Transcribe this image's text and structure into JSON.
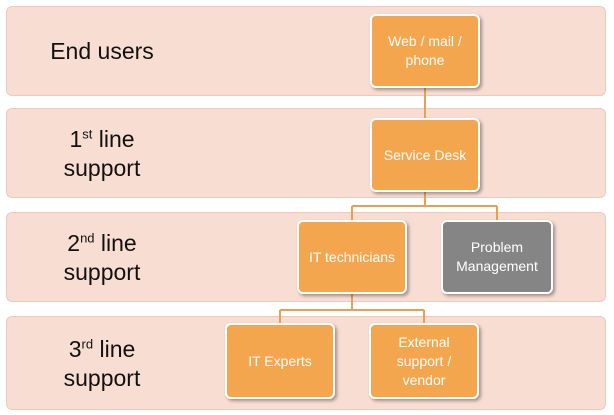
{
  "colors": {
    "band_fill": "#f8ddd3",
    "box_orange": "#f4a64f",
    "box_gray": "#858585",
    "connector": "#e8a150"
  },
  "rows": [
    {
      "label_main": "End users",
      "label_sup": "",
      "label_line2": ""
    },
    {
      "label_main": "1",
      "label_sup": "st",
      "label_rest": " line",
      "label_line2": "support"
    },
    {
      "label_main": "2",
      "label_sup": "nd",
      "label_rest": " line",
      "label_line2": "support"
    },
    {
      "label_main": "3",
      "label_sup": "rd",
      "label_rest": " line",
      "label_line2": "support"
    }
  ],
  "nodes": {
    "web_mail_phone": "Web / mail / phone",
    "service_desk": "Service Desk",
    "it_technicians": "IT technicians",
    "problem_management": "Problem Management",
    "it_experts": "IT Experts",
    "external_support": "External support / vendor"
  }
}
